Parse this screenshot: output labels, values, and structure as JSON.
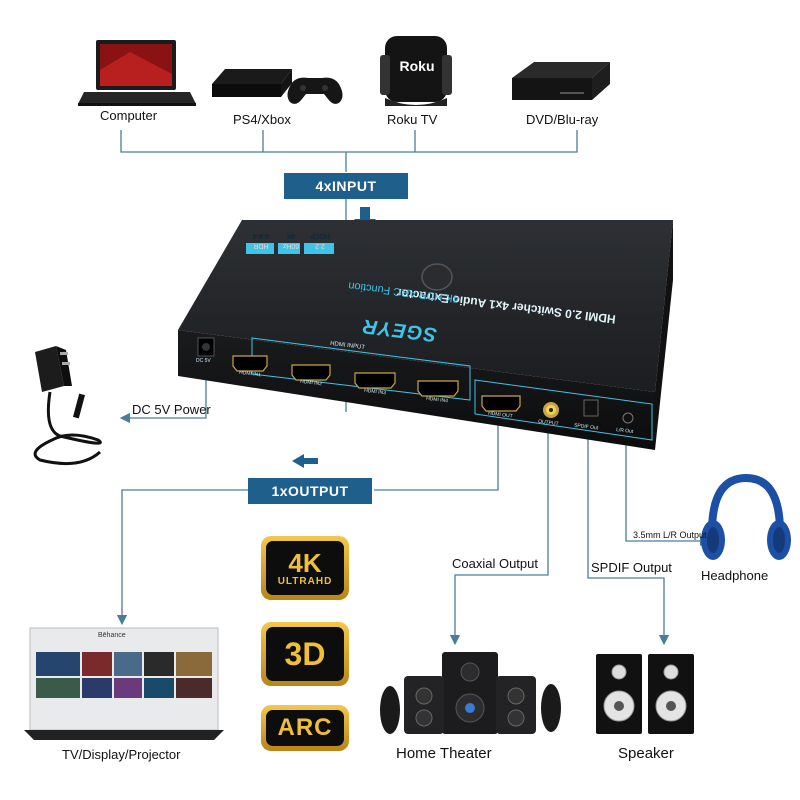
{
  "devices": {
    "computer": "Computer",
    "ps4": "PS4/Xbox",
    "roku": "Roku TV",
    "dvd": "DVD/Blu-ray",
    "tv": "TV/Display/Projector",
    "home_theater": "Home Theater",
    "speaker": "Speaker",
    "headphone": "Headphone",
    "power": "DC 5V Power"
  },
  "banners": {
    "input": "4xINPUT",
    "output": "1xOUTPUT"
  },
  "outputs": {
    "coaxial": "Coaxial Output",
    "spdif": "SPDIF Output",
    "lr": "3.5mm L/R Output"
  },
  "switcher": {
    "brand": "SGEYR",
    "title": "HDMI 2.0 Switcher 4x1 Audio Extractor",
    "subtitle": "4K HDR ARC Function",
    "specs": [
      "4:4:4",
      "HDR",
      "4K",
      "60Hz",
      "HDCP",
      "2.2"
    ],
    "hdmi_input": "HDMI INPUT",
    "hdmi_out": "HDMI OUT",
    "coax_port": "OUTPUT",
    "spdif_port": "SPDIF Out",
    "lr_port": "L/R Out",
    "dc_port": "DC 5V",
    "ports": [
      "HDMI IN1",
      "HDMI IN2",
      "HDMI IN3",
      "HDMI IN4"
    ]
  },
  "roku_logo": "Roku",
  "tv_screen_title": "Bēhance",
  "features": {
    "k4": "4K",
    "uhd": "ULTRAHD",
    "d3": "3D",
    "arc": "ARC"
  },
  "colors": {
    "banner": "#1f5f8b",
    "line": "#4a7d9c",
    "cyan": "#3fc4e8",
    "gold": "#f0bf3a"
  }
}
